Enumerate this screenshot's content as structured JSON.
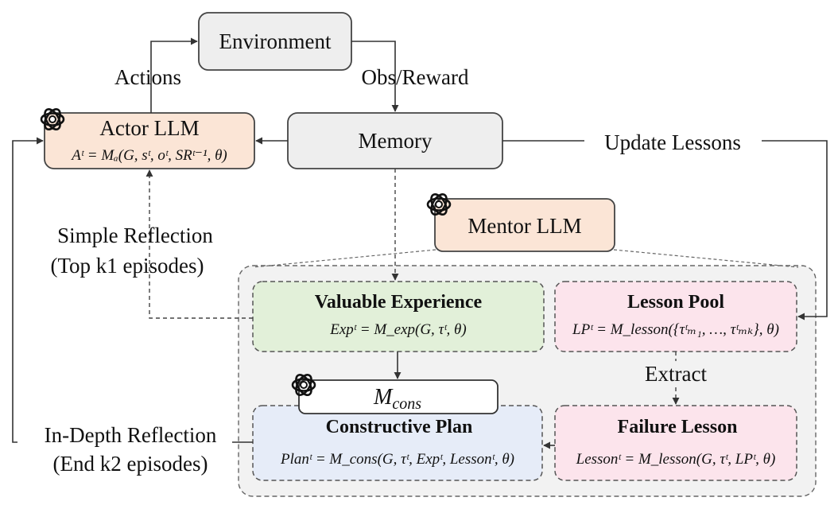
{
  "nodes": {
    "environment": "Environment",
    "actor": {
      "title": "Actor LLM",
      "formula": "Aᵗ = Mₐ(G, sᵗ, oᵗ, SRᵗ⁻¹, θ)"
    },
    "memory": "Memory",
    "mentor": "Mentor LLM",
    "valuable_experience": {
      "title": "Valuable Experience",
      "formula": "Expᵗ = M_exp(G, τᵗ, θ)"
    },
    "lesson_pool": {
      "title": "Lesson Pool",
      "formula": "LPᵗ = M_lesson({τᵗₘ₁, …, τᵗₘₖ}, θ)"
    },
    "m_cons": "M_cons",
    "constructive_plan": {
      "title": "Constructive Plan",
      "formula": "Planᵗ = M_cons(G, τᵗ, Expᵗ, Lessonᵗ, θ)"
    },
    "failure_lesson": {
      "title": "Failure Lesson",
      "formula": "Lessonᵗ = M_lesson(G, τᵗ, LPᵗ, θ)"
    }
  },
  "edges": {
    "actions": "Actions",
    "obs_reward": "Obs/Reward",
    "update_lessons": "Update Lessons",
    "simple_reflection": [
      "Simple Reflection",
      "(Top k1 episodes)"
    ],
    "extract": "Extract",
    "in_depth_reflection": [
      "In-Depth Reflection",
      "(End k2 episodes)"
    ]
  },
  "colors": {
    "actor_fill": "#fbe5d6",
    "gray_fill": "#eeeeee",
    "mentor_fill": "#fbe5d6",
    "experience_fill": "#e2f0d9",
    "lesson_fill": "#fce4ec",
    "plan_fill": "#e6ecf8",
    "container_fill": "#f2f2f2"
  },
  "icons": [
    "openai-logo-icon"
  ]
}
